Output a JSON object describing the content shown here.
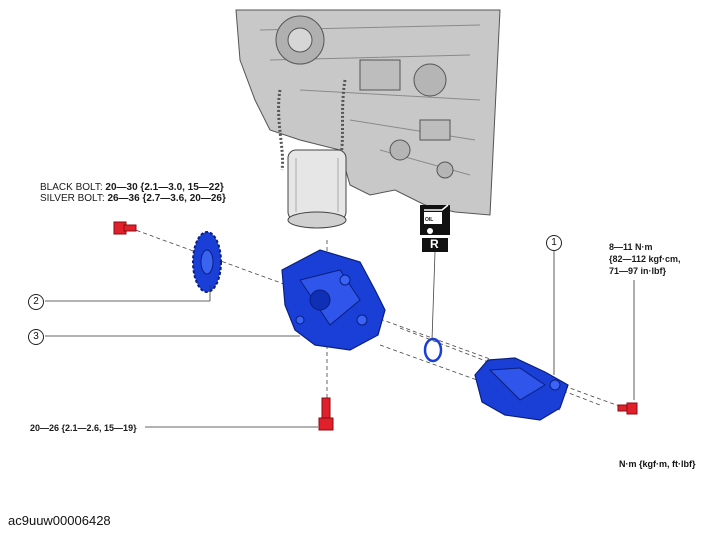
{
  "torque": {
    "black_bolt": {
      "label": "BLACK BOLT:",
      "value": "20—30 {2.1—3.0, 15—22}"
    },
    "silver_bolt": {
      "label": "SILVER BOLT:",
      "value": "26—36 {2.7—3.6, 20—26}"
    },
    "bottom_bolt": "20—26 {2.1—2.6, 15—19}",
    "cover_bolt": [
      "8—11 N·m",
      "{82—112 kgf·cm,",
      "71—97 in·lbf}"
    ]
  },
  "callouts": {
    "one": "1",
    "two": "2",
    "three": "3"
  },
  "oil_tag": {
    "can_text": "OIL",
    "letter": "R"
  },
  "unit_note": "N·m {kgf·m, ft·lbf}",
  "doc_id": "ac9uuw00006428",
  "colors": {
    "part_blue": "#1a3fd6",
    "bolt_red": "#e0202a",
    "engine_gray": "#bdbdbd"
  }
}
